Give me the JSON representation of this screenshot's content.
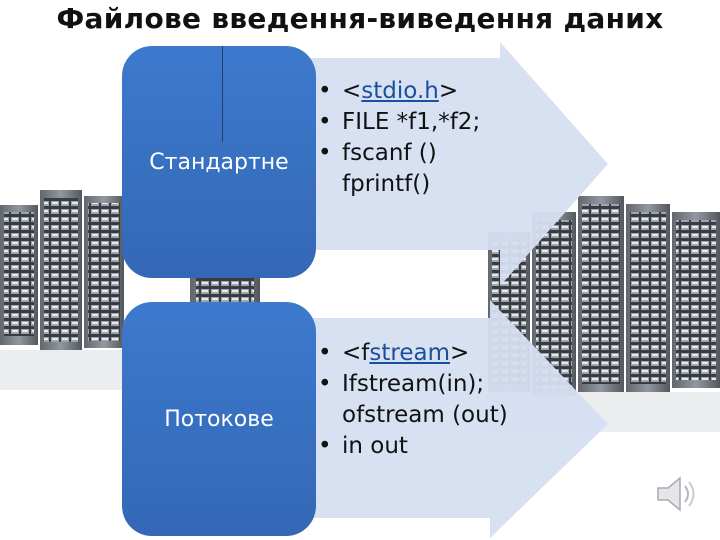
{
  "slide": {
    "title": "Файлове введення-виведення даних",
    "sections": [
      {
        "label": "Стандартне",
        "bullets": [
          {
            "pre": "<",
            "link": "stdio.h",
            "post": ">"
          },
          {
            "text": "FILE *f1,*f2;"
          },
          {
            "text": "fscanf ()"
          },
          {
            "cont": "fprintf()"
          }
        ]
      },
      {
        "label": "Потокове",
        "bullets": [
          {
            "pre": " <f",
            "link": "stream",
            "post": ">"
          },
          {
            "text": "Ifstream(in);"
          },
          {
            "cont": "ofstream (out)"
          },
          {
            "text": "in out"
          }
        ]
      }
    ],
    "icons": {
      "background": "server-racks-image",
      "speaker": "speaker-icon"
    },
    "colors": {
      "box": "#3a72c2",
      "arrow": "#d6dff1",
      "link": "#1a4f9c"
    }
  }
}
